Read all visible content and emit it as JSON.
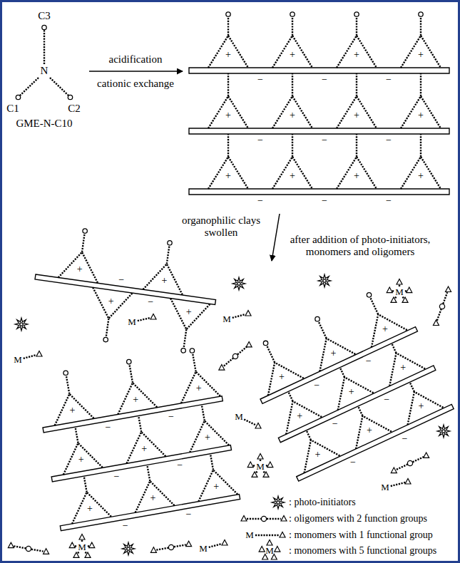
{
  "diagram": {
    "labels": [
      "C3",
      "N",
      "C1",
      "C2",
      "GME-N-C10",
      "acidification",
      "cationic exchange",
      "organophilic clays swollen",
      "after addition of photo-initiators, monomers and oligomers",
      "+",
      "+",
      "+",
      "+",
      "−",
      "−",
      "−",
      "+",
      "+",
      "+",
      "+",
      "−",
      "−",
      "−",
      "+",
      "+",
      "+",
      "+",
      "−",
      "−",
      "−",
      "+",
      "+",
      "+",
      "+",
      "−",
      "−",
      "+",
      "+",
      "+",
      "−",
      "−",
      "+",
      "+",
      "+",
      "−",
      "−",
      "+",
      "+",
      "+",
      "−",
      "−",
      "+",
      "+",
      "+",
      "−",
      "−",
      "+",
      "+",
      "+",
      "−",
      "−",
      "+",
      "+",
      "+",
      "−",
      "−",
      "M",
      "M",
      "M",
      "M",
      "M",
      "M",
      "M",
      "M",
      "M",
      "M",
      "M"
    ],
    "legend": [
      {
        "text": ": photo-initiators"
      },
      {
        "text": ": oligomers with 2 function groups"
      },
      {
        "text": ": monomers with 1 functional group"
      },
      {
        "text": ": monomers with 5 functional groups"
      }
    ]
  }
}
